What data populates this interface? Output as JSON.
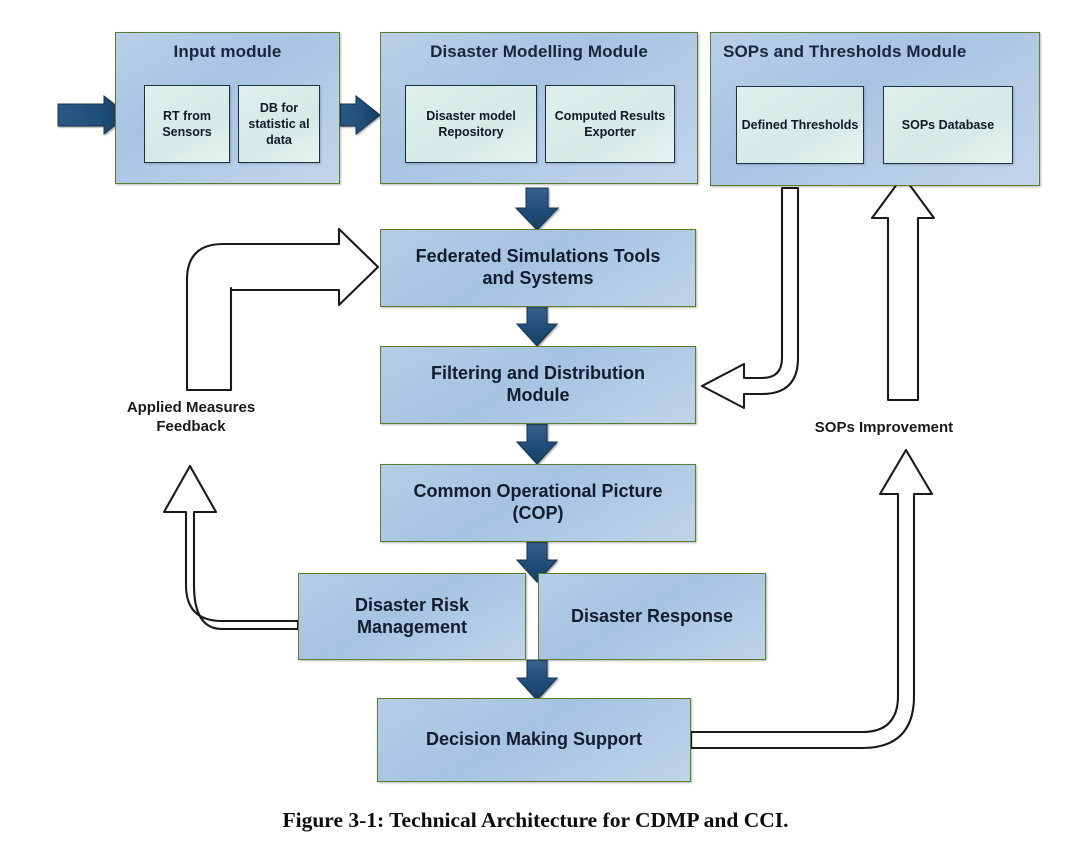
{
  "figure": {
    "caption": "Figure 3-1: Technical Architecture for CDMP and CCI."
  },
  "modules": {
    "input": {
      "title": "Input module",
      "sub": [
        {
          "label": "RT from\nSensors"
        },
        {
          "label": "DB for\nstatistic\nal data"
        }
      ]
    },
    "disaster_modelling": {
      "title": "Disaster Modelling Module",
      "sub": [
        {
          "label": "Disaster model\nRepository"
        },
        {
          "label": "Computed\nResults\nExporter"
        }
      ]
    },
    "sops_thresholds": {
      "title": "SOPs and Thresholds Module",
      "sub": [
        {
          "label": "Defined\nThresholds"
        },
        {
          "label": "SOPs\nDatabase"
        }
      ]
    }
  },
  "nodes": {
    "federated": "Federated Simulations Tools and Systems",
    "filtering": "Filtering and Distribution Module",
    "cop": "Common Operational Picture (COP)",
    "risk": "Disaster Risk Management",
    "response": "Disaster Response",
    "decision": "Decision Making Support"
  },
  "flow_labels": {
    "applied_measures": "Applied Measures\nFeedback",
    "sops_improvement": "SOPs Improvement"
  },
  "colors": {
    "box_fill": "#a9c5e3",
    "box_border": "#5c7c2f",
    "subbox_fill": "#dcece8",
    "subbox_border": "#1c3144",
    "solid_arrow": "#1f4e79",
    "hollow_arrow_stroke": "#1a1a1a",
    "text": "#111d2e",
    "background": "#ffffff"
  }
}
